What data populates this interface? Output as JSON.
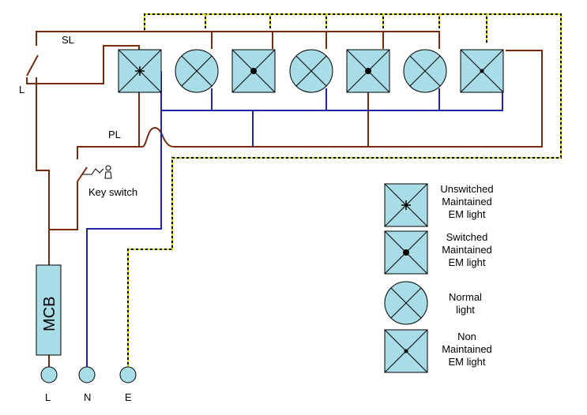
{
  "colors": {
    "live": "#7a2a0e",
    "neutral": "#1f24a8",
    "earth_dash": "#d8d800",
    "earth_base": "#000000",
    "fixture_fill": "#a8dde8"
  },
  "labels": {
    "sl": "SL",
    "l_switch": "L",
    "pl": "PL",
    "key_switch": "Key switch",
    "mcb": "MCB",
    "terminal_l": "L",
    "terminal_n": "N",
    "terminal_e": "E"
  },
  "legend": [
    {
      "type": "unswitched-maintained",
      "lines": [
        "Unswitched",
        "Maintained",
        "EM light"
      ]
    },
    {
      "type": "switched-maintained",
      "lines": [
        "Switched",
        "Maintained",
        "EM light"
      ]
    },
    {
      "type": "normal",
      "lines": [
        "Normal",
        "light"
      ]
    },
    {
      "type": "non-maintained",
      "lines": [
        "Non",
        "Maintained",
        "EM light"
      ]
    }
  ],
  "fixtures_row": [
    "unswitched-maintained",
    "normal",
    "switched-maintained",
    "normal",
    "switched-maintained",
    "normal",
    "non-maintained"
  ]
}
